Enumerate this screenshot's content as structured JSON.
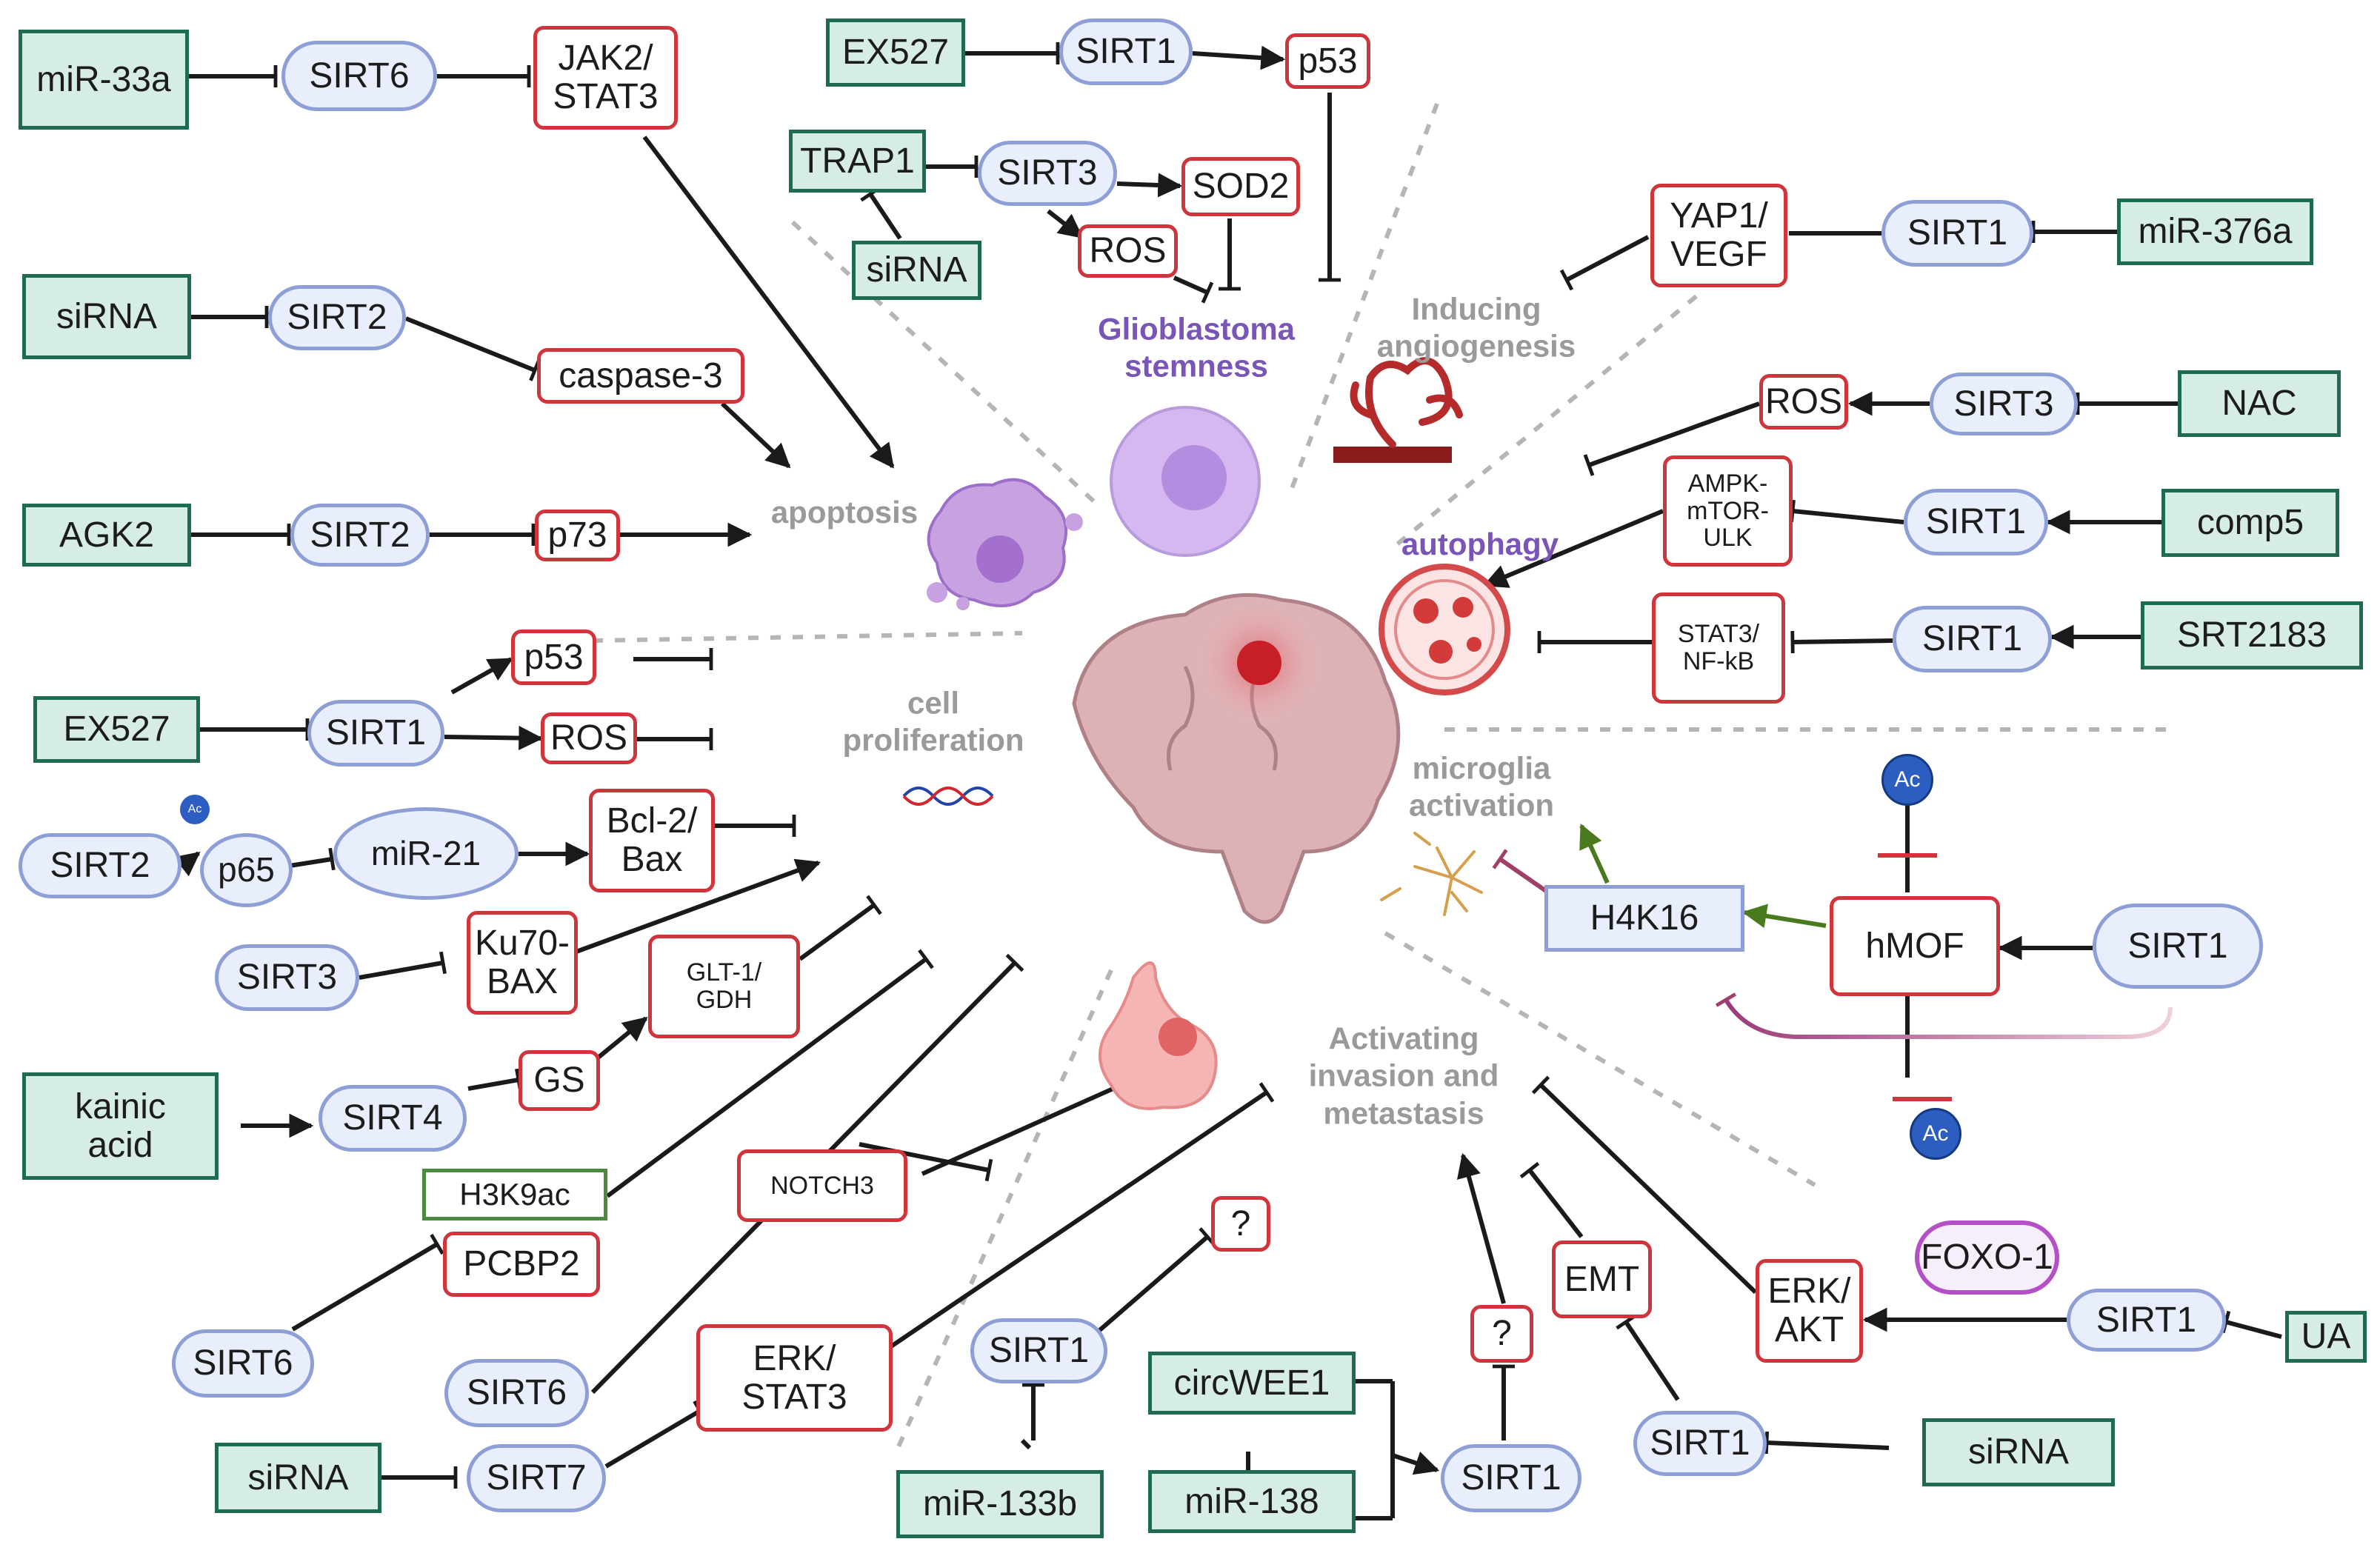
{
  "nodes": {
    "mir33a": "miR-33a",
    "sirt6_a": "SIRT6",
    "jak2": "JAK2/\nSTAT3",
    "sirna_a": "siRNA",
    "sirt2_a": "SIRT2",
    "casp3": "caspase-3",
    "agk2": "AGK2",
    "sirt2_b": "SIRT2",
    "p73": "p73",
    "ex527_a": "EX527",
    "sirt1_a": "SIRT1",
    "p53_a": "p53",
    "trap1": "TRAP1",
    "sirt3_a": "SIRT3",
    "sod2": "SOD2",
    "ros_a": "ROS",
    "sirna_b": "siRNA",
    "yap1": "YAP1/\nVEGF",
    "sirt1_b": "SIRT1",
    "mir376a": "miR-376a",
    "ros_b": "ROS",
    "sirt3_b": "SIRT3",
    "nac": "NAC",
    "ampk": "AMPK-\nmTOR-\nULK",
    "sirt1_c": "SIRT1",
    "comp5": "comp5",
    "stat3nf": "STAT3/\nNF-kB",
    "sirt1_d": "SIRT1",
    "srt2183": "SRT2183",
    "ex527_b": "EX527",
    "sirt1_e": "SIRT1",
    "p53_b": "p53",
    "ros_c": "ROS",
    "sirt2_c": "SIRT2",
    "p65": "p65",
    "mir21": "miR-21",
    "bcl2": "Bcl-2/\nBax",
    "sirt3_c": "SIRT3",
    "ku70": "Ku70-\nBAX",
    "glt1": "GLT-1/\nGDH",
    "kainic": "kainic\nacid",
    "sirt4": "SIRT4",
    "gs": "GS",
    "h3k9ac": "H3K9ac",
    "pcbp2": "PCBP2",
    "sirt6_b": "SIRT6",
    "notch3": "NOTCH3",
    "sirt6_c": "SIRT6",
    "erkstat3": "ERK/\nSTAT3",
    "sirna_c": "siRNA",
    "sirt7": "SIRT7",
    "q1": "?",
    "sirt1_f": "SIRT1",
    "mir133b": "miR-133b",
    "circwee1": "circWEE1",
    "mir138": "miR-138",
    "sirt1_g": "SIRT1",
    "q2": "?",
    "emt": "EMT",
    "sirt1_h": "SIRT1",
    "sirna_d": "siRNA",
    "erkakt": "ERK/\nAKT",
    "foxo1": "FOXO-1",
    "sirt1_i": "SIRT1",
    "ua": "UA",
    "h4k16": "H4K16",
    "hmof": "hMOF",
    "sirt1_j": "SIRT1"
  },
  "labels": {
    "glioblastoma": "Glioblastoma\nstemness",
    "angiogenesis": "Inducing\nangiogenesis",
    "apoptosis": "apoptosis",
    "autophagy": "autophagy",
    "proliferation": "cell\nproliferation",
    "microglia": "microglia\nactivation",
    "invasion": "Activating\ninvasion and\nmetastasis"
  },
  "ac_label": "Ac",
  "colors": {
    "green_box": "#1f6a52",
    "red_box": "#d0353b",
    "pill": "#8d9fd6",
    "purple_label": "#7a55b8",
    "gray_label": "#9a9a9a",
    "activation_arrow": "#4a7a1e"
  }
}
